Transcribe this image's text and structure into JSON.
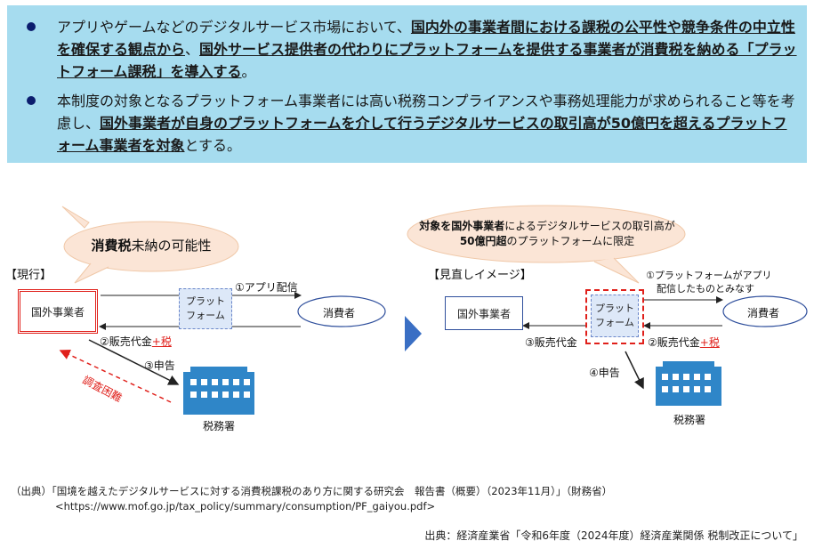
{
  "summary": {
    "bullet1": {
      "p1": "アプリやゲームなどのデジタルサービス市場において、",
      "p2": "国内外の事業者間における課税の公平性や競争条件の中立性を確保する観点から",
      "p3": "、",
      "p4": "国外サービス提供者の代わりにプラットフォームを提供する事業者が消費税を納める「プラットフォーム課税」を導入する",
      "p5": "。"
    },
    "bullet2": {
      "p1": "本制度の対象となるプラットフォーム事業者には高い税務コンプライアンスや事務処理能力が求められること等を考慮し、",
      "p2": "国外事業者が自身のプラットフォームを介して行うデジタルサービスの取引高が50億円を超えるプラットフォーム事業者を対象",
      "p3": "とする。"
    }
  },
  "current": {
    "title": "【現行】",
    "bubble_bold": "消費税",
    "bubble_rest": "未納の可能性",
    "foreign_business": "国外事業者",
    "platform_line1": "プラット",
    "platform_line2": "フォーム",
    "consumer": "消費者",
    "flow1": "①アプリ配信",
    "flow2_prefix": "②販売代金",
    "flow2_red": "+税",
    "flow3": "③申告",
    "difficulty": "調査困難",
    "tax_office": "税務署"
  },
  "revised": {
    "title": "【見直しイメージ】",
    "bubble_line1_bold": "対象を国外事業者",
    "bubble_line1_rest": "によるデジタルサービスの取引高が",
    "bubble_line2_bold": "50億円超",
    "bubble_line2_rest": "のプラットフォームに限定",
    "foreign_business": "国外事業者",
    "platform_line1": "プラット",
    "platform_line2": "フォーム",
    "consumer": "消費者",
    "flow1_line1": "①プラットフォームがアプリ",
    "flow1_line2": "配信したものとみなす",
    "flow2_prefix": "②販売代金",
    "flow2_red": "+税",
    "flow3": "③販売代金",
    "flow4": "④申告",
    "tax_office": "税務署"
  },
  "source1_line1": "（出典）「国境を越えたデジタルサービスに対する消費税課税のあり方に関する研究会　報告書（概要）（2023年11月）」（財務省）",
  "source1_line2": "<https://www.mof.go.jp/tax_policy/summary/consumption/PF_gaiyou.pdf>",
  "source2": "出典：経済産業省「令和6年度（2024年度）経済産業関係 税制改正について」",
  "colors": {
    "panel_bg": "#a6dcef",
    "bubble_fill": "#fbe5d6",
    "highlight_red": "#e0201b",
    "building_blue": "#2f86c8",
    "chevron_blue": "#3a6fc4"
  }
}
